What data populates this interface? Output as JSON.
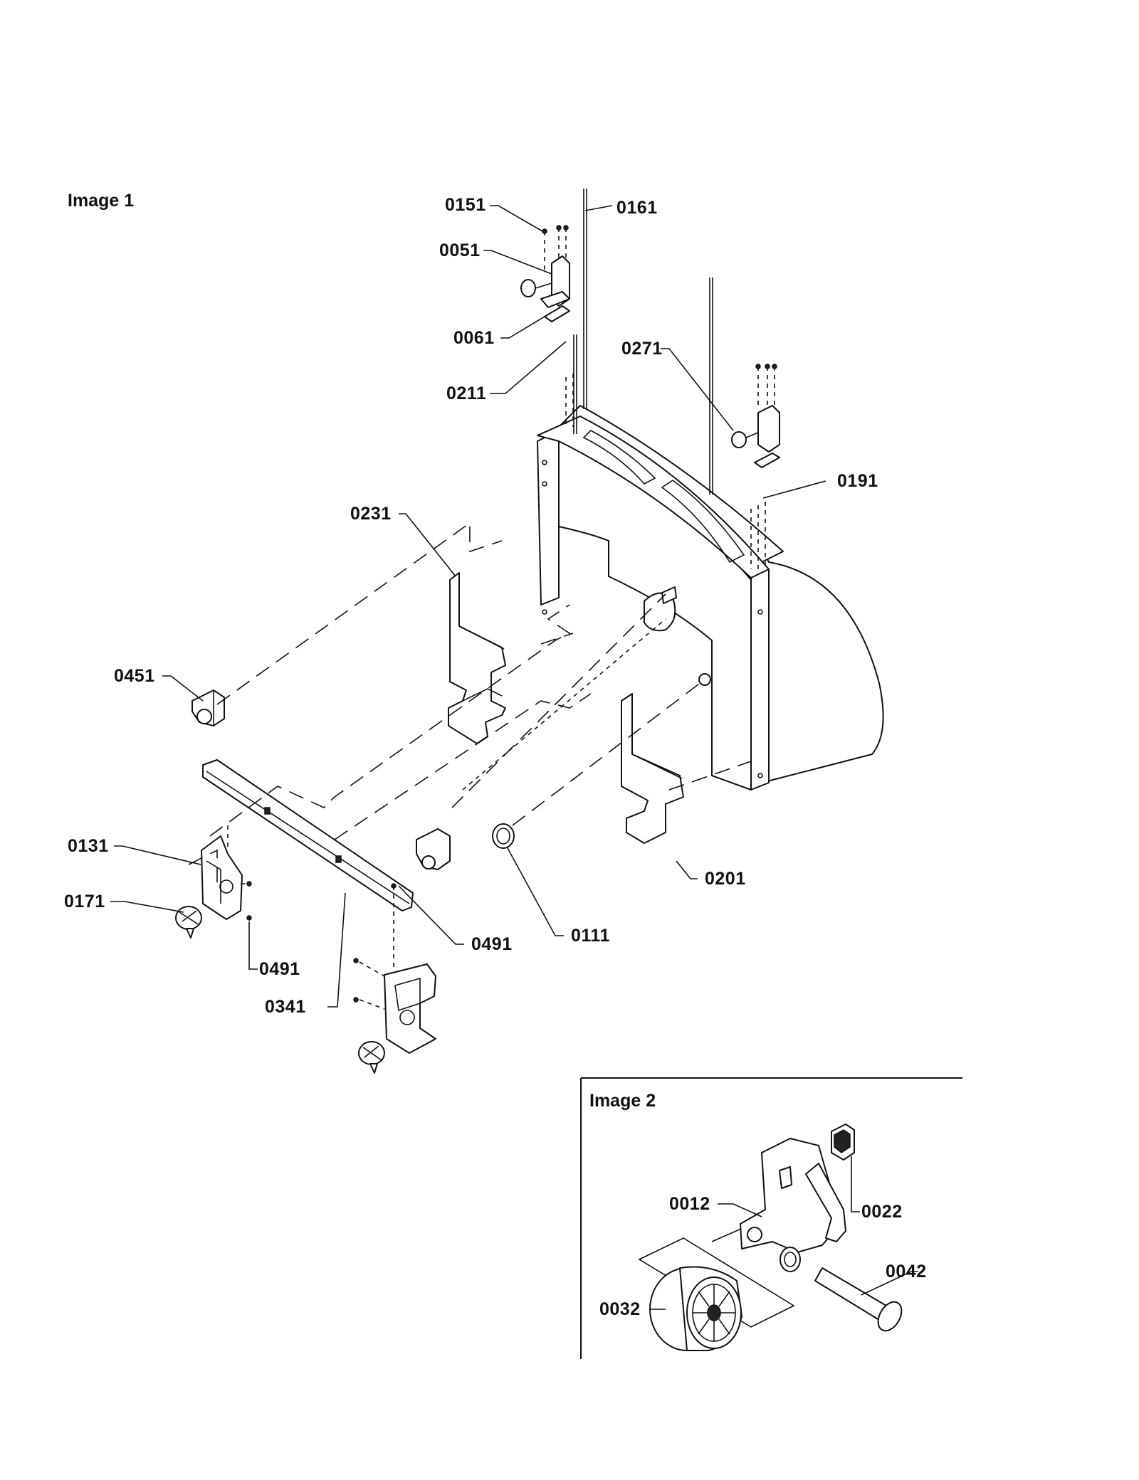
{
  "image1": {
    "title": "Image 1",
    "callouts": [
      {
        "id": "0151",
        "label": "0151"
      },
      {
        "id": "0161",
        "label": "0161"
      },
      {
        "id": "0051",
        "label": "0051"
      },
      {
        "id": "0061",
        "label": "0061"
      },
      {
        "id": "0271",
        "label": "0271"
      },
      {
        "id": "0211",
        "label": "0211"
      },
      {
        "id": "0191",
        "label": "0191"
      },
      {
        "id": "0231",
        "label": "0231"
      },
      {
        "id": "0451",
        "label": "0451"
      },
      {
        "id": "0131",
        "label": "0131"
      },
      {
        "id": "0171",
        "label": "0171"
      },
      {
        "id": "0201",
        "label": "0201"
      },
      {
        "id": "0491a",
        "label": "0491"
      },
      {
        "id": "0111",
        "label": "0111"
      },
      {
        "id": "0491b",
        "label": "0491"
      },
      {
        "id": "0341",
        "label": "0341"
      }
    ]
  },
  "image2": {
    "title": "Image 2",
    "callouts": [
      {
        "id": "0012",
        "label": "0012"
      },
      {
        "id": "0022",
        "label": "0022"
      },
      {
        "id": "0042",
        "label": "0042"
      },
      {
        "id": "0032",
        "label": "0032"
      }
    ]
  }
}
